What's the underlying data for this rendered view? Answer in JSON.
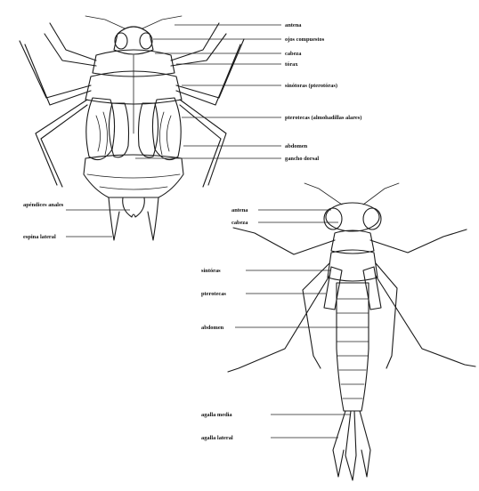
{
  "figure": {
    "nymph_a_labels": {
      "antena": "antena",
      "ojos_compuestos": "ojos compuestos",
      "cabeza": "cabeza",
      "torax": "tórax",
      "sinotoras": "sinótoras (pterotóras)",
      "pterotecas": "pterotecas (almohadillas alares)",
      "abdomen": "abdomen",
      "gancho_dorsal": "gancho dorsal",
      "apendices_anales": "apéndices anales",
      "espina_lateral": "espina lateral"
    },
    "nymph_b_labels": {
      "antena": "antena",
      "cabeza": "cabeza",
      "sintoras": "sintóras",
      "pterotecas": "pterotecas",
      "abdomen": "abdomen",
      "agalla_media": "agalla media",
      "agalla_lateral": "agalla lateral"
    }
  }
}
